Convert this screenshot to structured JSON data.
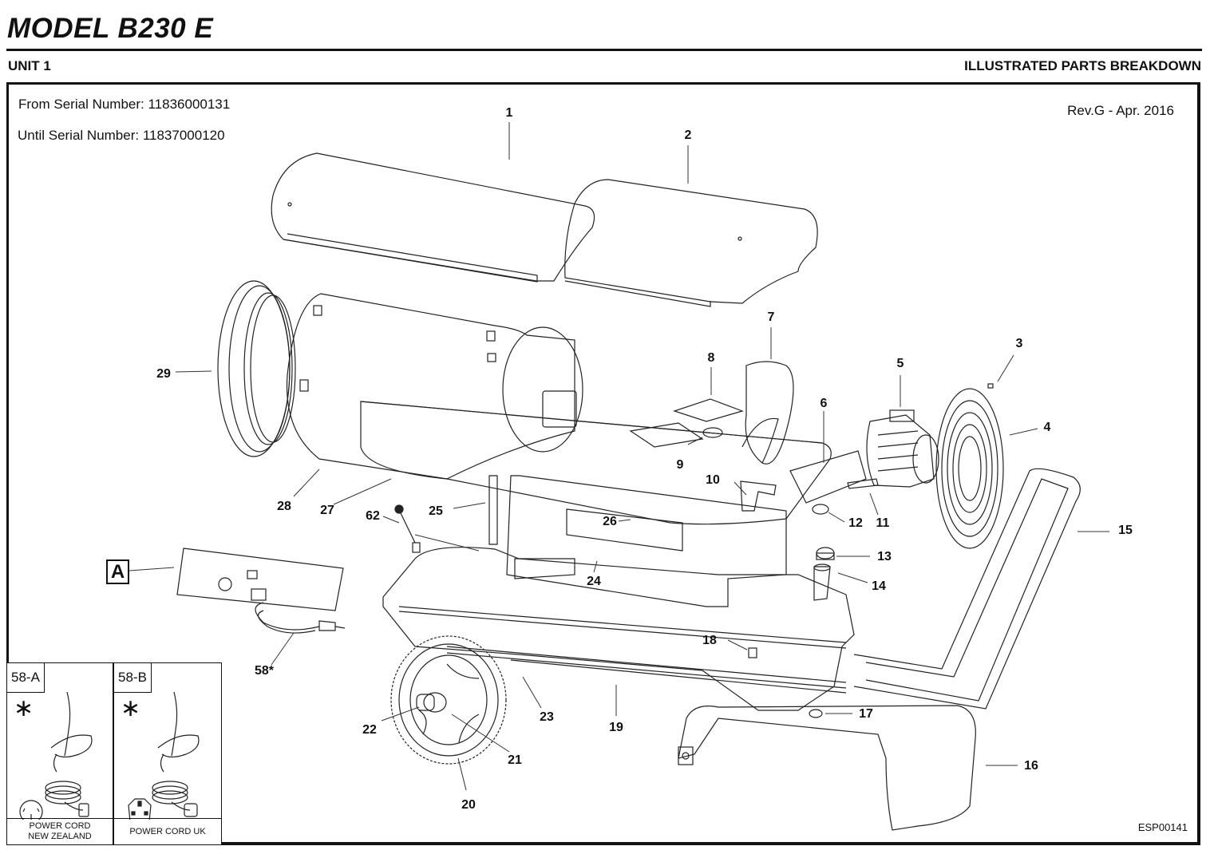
{
  "header": {
    "title": "MODEL B230 E",
    "unit": "UNIT 1",
    "section": "ILLUSTRATED PARTS BREAKDOWN"
  },
  "info": {
    "from_serial": "From Serial Number:  11836000131",
    "until_serial": "Until Serial Number: 11837000120",
    "revision": "Rev.G - Apr. 2016",
    "drawing_code": "ESP00141"
  },
  "callouts": {
    "c1": "1",
    "c2": "2",
    "c3": "3",
    "c4": "4",
    "c5": "5",
    "c6": "6",
    "c7": "7",
    "c8": "8",
    "c9": "9",
    "c10": "10",
    "c11": "11",
    "c12": "12",
    "c13": "13",
    "c14": "14",
    "c15": "15",
    "c16": "16",
    "c17": "17",
    "c18": "18",
    "c19": "19",
    "c20": "20",
    "c21": "21",
    "c22": "22",
    "c23": "23",
    "c24": "24",
    "c25": "25",
    "c26": "26",
    "c27": "27",
    "c28": "28",
    "c29": "29",
    "c58": "58*",
    "c62": "62"
  },
  "detail_a": {
    "label": "A"
  },
  "power_cords": [
    {
      "tag": "58-A",
      "star": "∗",
      "caption_line1": "POWER CORD",
      "caption_line2": "NEW ZEALAND"
    },
    {
      "tag": "58-B",
      "star": "∗",
      "caption_line1": "POWER CORD  UK",
      "caption_line2": ""
    }
  ]
}
